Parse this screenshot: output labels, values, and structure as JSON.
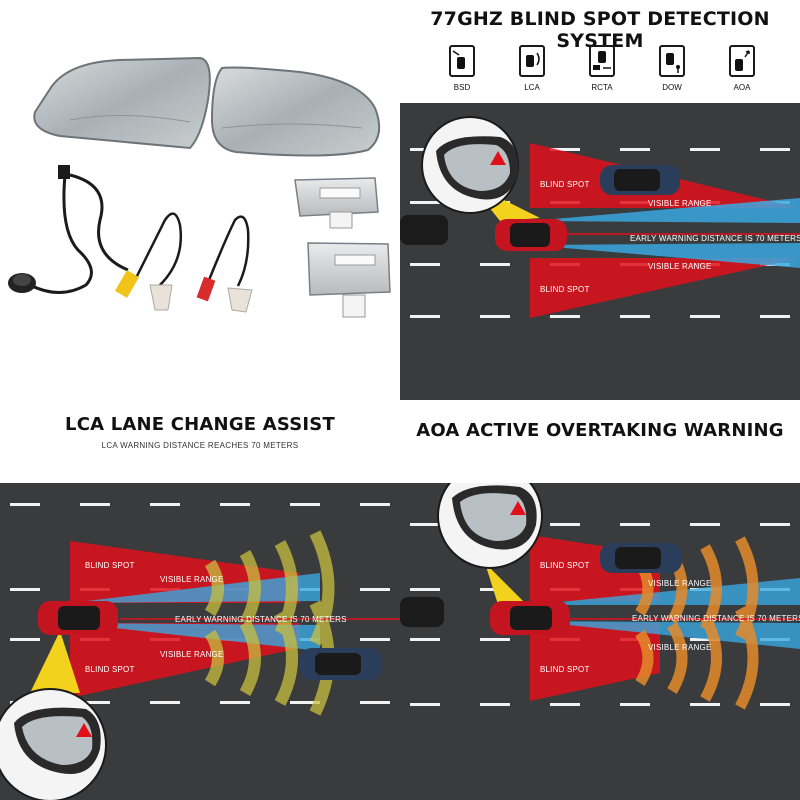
{
  "panels": {
    "bsd": {
      "title": "77GHZ BLIND SPOT DETECTION SYSTEM",
      "icons": [
        {
          "label": "BSD",
          "icon": "bsd-car-icon"
        },
        {
          "label": "LCA",
          "icon": "lca-car-icon"
        },
        {
          "label": "RCTA",
          "icon": "rcta-car-icon"
        },
        {
          "label": "DOW",
          "icon": "dow-car-icon"
        },
        {
          "label": "AOA",
          "icon": "aoa-car-icon"
        }
      ],
      "labels": {
        "blind_spot_top": "BLIND SPOT",
        "visible_range_top": "VISIBLE RANGE",
        "early_warning": "EARLY WARNING DISTANCE IS 70 METERS",
        "visible_range_bottom": "VISIBLE RANGE",
        "blind_spot_bottom": "BLIND SPOT"
      }
    },
    "lca": {
      "title": "LCA LANE CHANGE ASSIST",
      "subtitle": "LCA WARNING DISTANCE REACHES 70 METERS",
      "labels": {
        "blind_spot_top": "BLIND SPOT",
        "visible_range_top": "VISIBLE RANGE",
        "early_warning": "EARLY WARNING DISTANCE IS 70 METERS",
        "visible_range_bottom": "VISIBLE RANGE",
        "blind_spot_bottom": "BLIND SPOT"
      }
    },
    "aoa": {
      "title": "AOA ACTIVE OVERTAKING WARNING",
      "labels": {
        "blind_spot_top": "BLIND SPOT",
        "visible_range_top": "VISIBLE RANGE",
        "early_warning": "EARLY WARNING DISTANCE IS 70 METERS",
        "visible_range_bottom": "VISIBLE RANGE",
        "blind_spot_bottom": "BLIND SPOT"
      }
    }
  },
  "colors": {
    "road": "#3a3b3d",
    "blind_spot_red": "#e0101a",
    "visible_range_blue": "#3aa8e0",
    "warning_yellow": "#f2d21c",
    "host_car": "#c41420",
    "other_car": "#2a3e5c"
  }
}
